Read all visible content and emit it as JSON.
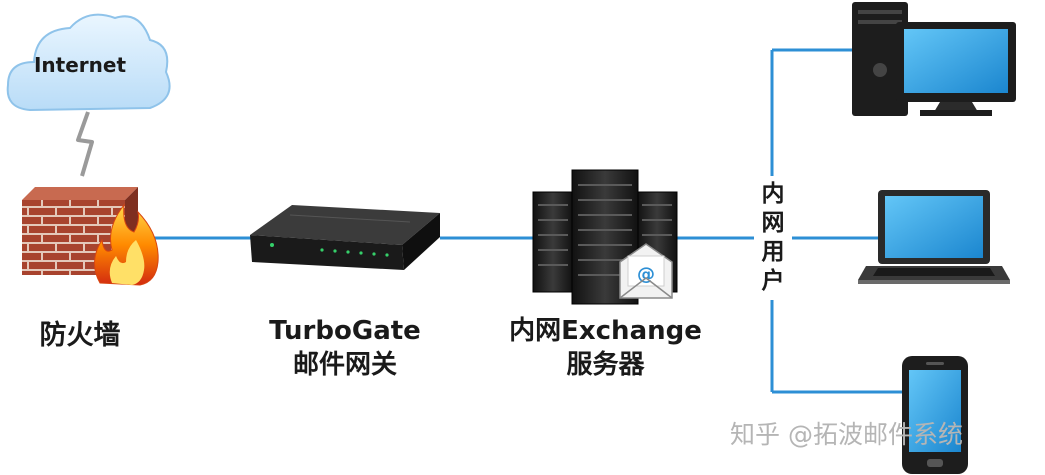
{
  "cloud": {
    "label": "Internet"
  },
  "nodes": {
    "firewall": {
      "label": "防火墙"
    },
    "gateway": {
      "line1": "TurboGate",
      "line2": "邮件网关"
    },
    "exchange": {
      "line1": "内网Exchange",
      "line2": "服务器"
    }
  },
  "users": {
    "chars": [
      "内",
      "网",
      "用",
      "户"
    ]
  },
  "watermark": "知乎 @拓波邮件系统",
  "colors": {
    "link": "#2d8fd5",
    "lightning": "#9a9a9a",
    "cloud": "#cfe8fb",
    "brick": "#a8432e"
  },
  "icons": {
    "envelope": "@"
  }
}
